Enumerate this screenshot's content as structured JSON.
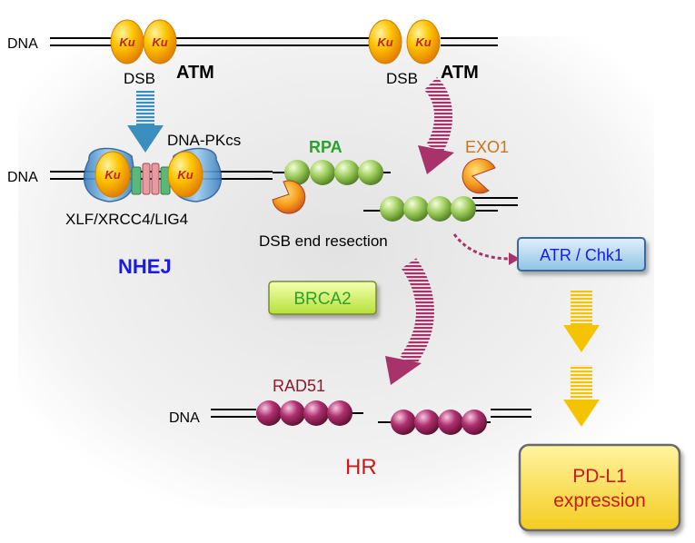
{
  "labels": {
    "dna": "DNA",
    "ku": "Ku",
    "dsb": "DSB",
    "atm": "ATM",
    "dna_pkcs": "DNA-PKcs",
    "xlf": "XLF/XRCC4/LIG4",
    "nhej": "NHEJ",
    "rpa": "RPA",
    "exo1": "EXO1",
    "dsb_end_resection": "DSB end resection",
    "atr_chk1": "ATR / Chk1",
    "brca2": "BRCA2",
    "rad51": "RAD51",
    "hr": "HR",
    "pdl1_line1": "PD-L1",
    "pdl1_line2": "expression"
  },
  "colors": {
    "nhej": "#1a1ae6",
    "rpa": "#2ca02c",
    "exo1": "#c8741a",
    "rad51": "#8b1a2a",
    "hr": "#cc1a1a",
    "pdl1": "#cc1a1a",
    "ku_ball": "#f5a800",
    "rpa_ball": "#8fc04a",
    "rad51_ball": "#a0245a",
    "arrow_blue": "#3a8fbf",
    "arrow_purple": "#a8326a",
    "arrow_yellow": "#f5c400"
  }
}
